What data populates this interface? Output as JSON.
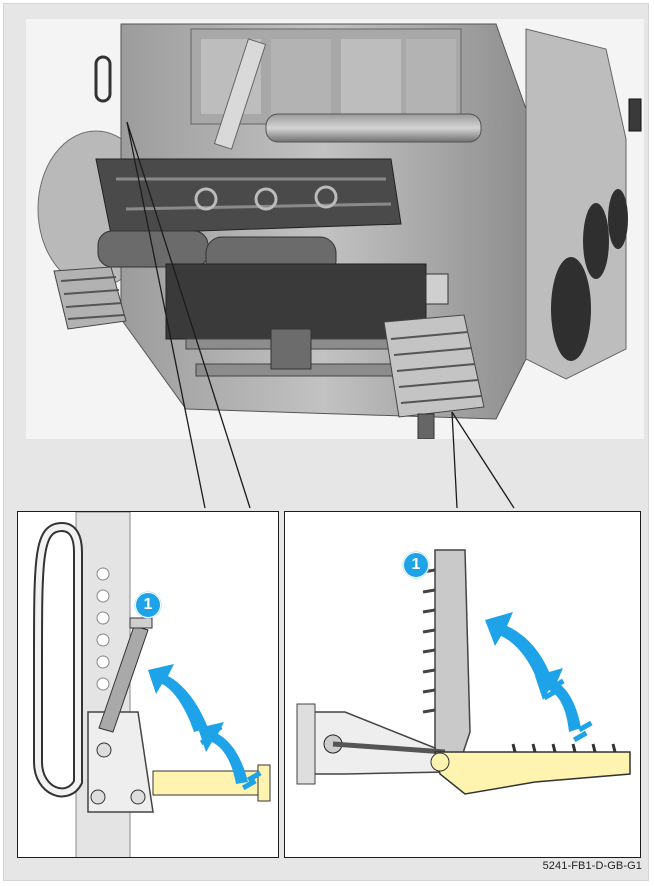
{
  "figure": {
    "reference_code": "5241-FB1-D-GB-G1",
    "left_detail": {
      "callout": "1"
    },
    "right_detail": {
      "callout": "1"
    },
    "accent_color": "#1ea2e8",
    "highlight_color": "#fff3b0"
  }
}
